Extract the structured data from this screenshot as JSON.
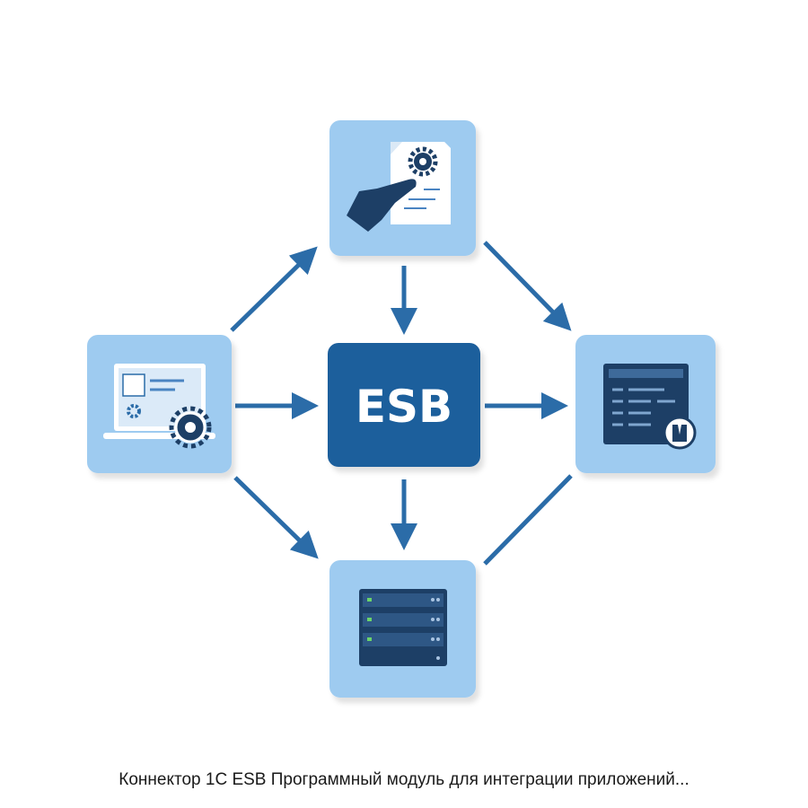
{
  "diagram": {
    "center_label": "ESB",
    "caption": "Коннектор 1С ESB Программный модуль для интеграции приложений...",
    "nodes": [
      {
        "id": "document-settings",
        "icon": "document-gear-hand-icon"
      },
      {
        "id": "application",
        "icon": "laptop-gear-icon"
      },
      {
        "id": "esb",
        "icon": "esb-box"
      },
      {
        "id": "data-table",
        "icon": "table-app-icon"
      },
      {
        "id": "server",
        "icon": "server-rack-icon"
      }
    ],
    "colors": {
      "tile": "#9ecbf0",
      "esb": "#1f5e9c",
      "arrow": "#2b6ca8",
      "icon_dark": "#1d3f66"
    }
  }
}
